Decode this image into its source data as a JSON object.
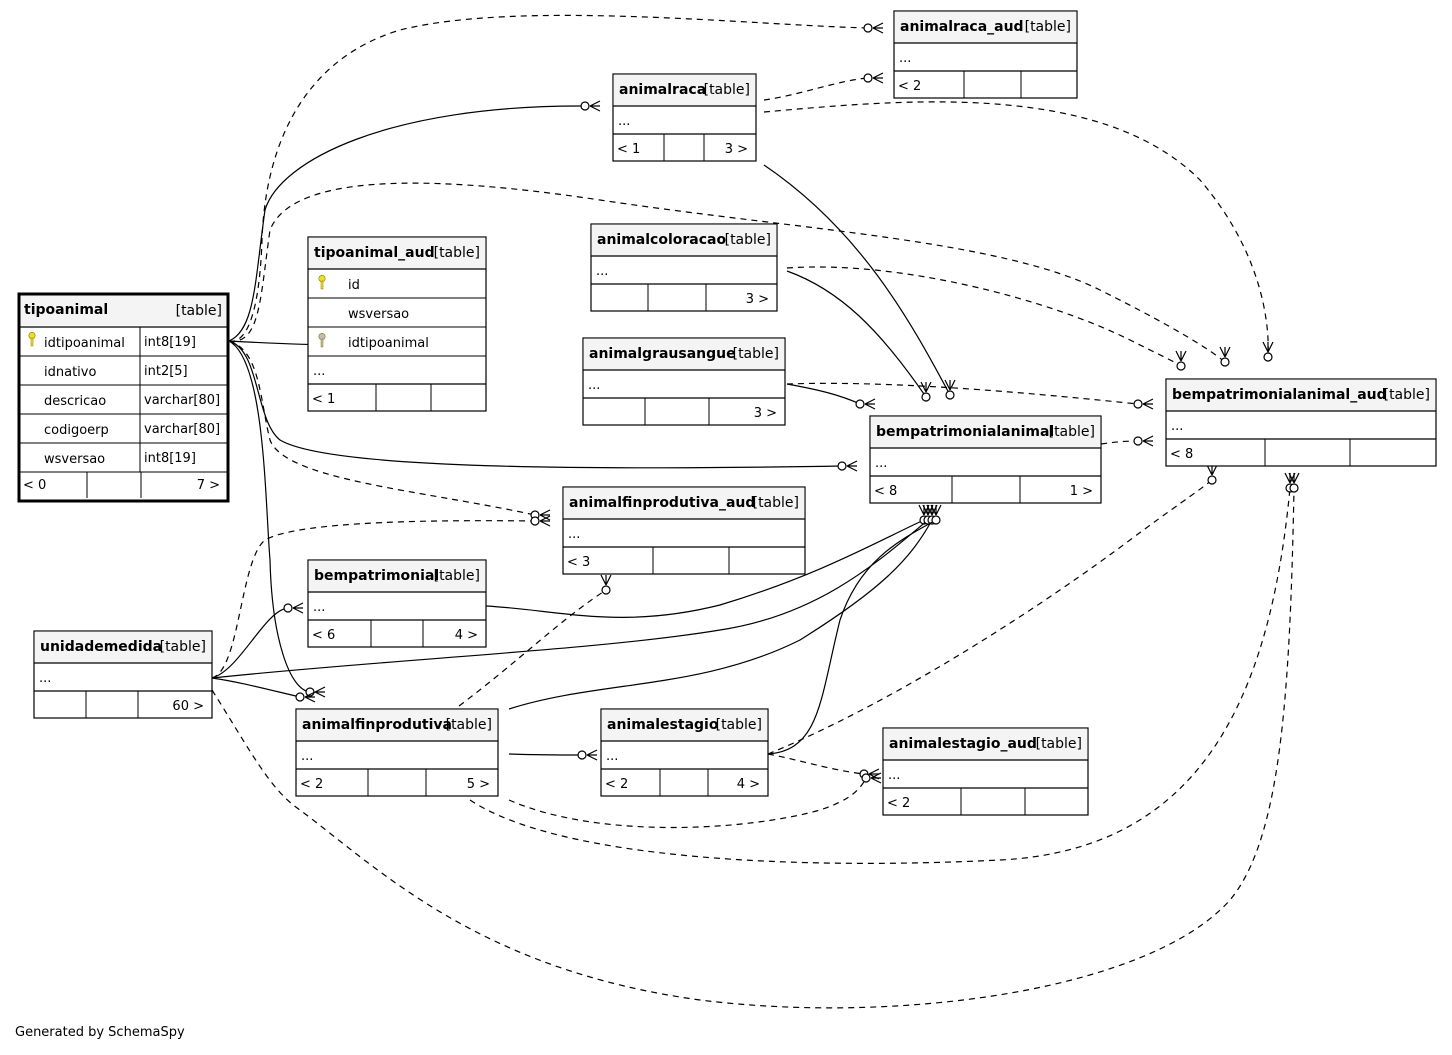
{
  "footer": "Generated by SchemaSpy",
  "tables": {
    "animalraca_aud": {
      "name": "animalraca_aud",
      "tag": "[table]",
      "body": "...",
      "left": "< 2",
      "right": ""
    },
    "animalraca": {
      "name": "animalraca",
      "tag": "[table]",
      "body": "...",
      "left": "< 1",
      "right": "3 >"
    },
    "tipoanimal_aud": {
      "name": "tipoanimal_aud",
      "tag": "[table]",
      "columns": [
        {
          "name": "id",
          "key": "pk"
        },
        {
          "name": "wsversao",
          "key": ""
        },
        {
          "name": "idtipoanimal",
          "key": "fk"
        }
      ],
      "body": "...",
      "left": "< 1",
      "right": ""
    },
    "animalcoloracao": {
      "name": "animalcoloracao",
      "tag": "[table]",
      "body": "...",
      "left": "",
      "right": "3 >"
    },
    "animalgrausangue": {
      "name": "animalgrausangue",
      "tag": "[table]",
      "body": "...",
      "left": "",
      "right": "3 >"
    },
    "tipoanimal": {
      "name": "tipoanimal",
      "tag": "[table]",
      "columns": [
        {
          "name": "idtipoanimal",
          "type": "int8[19]",
          "key": "pk"
        },
        {
          "name": "idnativo",
          "type": "int2[5]",
          "key": ""
        },
        {
          "name": "descricao",
          "type": "varchar[80]",
          "key": ""
        },
        {
          "name": "codigoerp",
          "type": "varchar[80]",
          "key": ""
        },
        {
          "name": "wsversao",
          "type": "int8[19]",
          "key": ""
        }
      ],
      "left": "< 0",
      "right": "7 >"
    },
    "bempatrimonialanimal_aud": {
      "name": "bempatrimonialanimal_aud",
      "tag": "[table]",
      "body": "...",
      "left": "< 8",
      "right": ""
    },
    "bempatrimonialanimal": {
      "name": "bempatrimonialanimal",
      "tag": "[table]",
      "body": "...",
      "left": "< 8",
      "right": "1 >"
    },
    "animalfinprodutiva_aud": {
      "name": "animalfinprodutiva_aud",
      "tag": "[table]",
      "body": "...",
      "left": "< 3",
      "right": ""
    },
    "bempatrimonial": {
      "name": "bempatrimonial",
      "tag": "[table]",
      "body": "...",
      "left": "< 6",
      "right": "4 >"
    },
    "unidademedida": {
      "name": "unidademedida",
      "tag": "[table]",
      "body": "...",
      "left": "",
      "right": "60 >"
    },
    "animalfinprodutiva": {
      "name": "animalfinprodutiva",
      "tag": "[table]",
      "body": "...",
      "left": "< 2",
      "right": "5 >"
    },
    "animalestagio": {
      "name": "animalestagio",
      "tag": "[table]",
      "body": "...",
      "left": "< 2",
      "right": "4 >"
    },
    "animalestagio_aud": {
      "name": "animalestagio_aud",
      "tag": "[table]",
      "body": "...",
      "left": "< 2",
      "right": ""
    }
  }
}
